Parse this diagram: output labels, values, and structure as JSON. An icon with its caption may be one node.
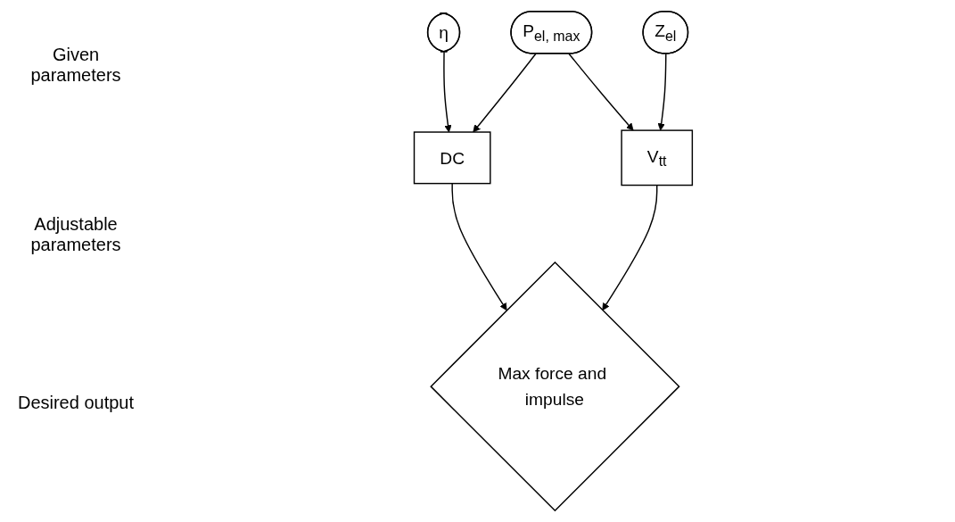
{
  "diagram": {
    "nodes": [
      {
        "text": [
          "η"
        ]
      },
      {
        "text": [
          "P$_{el, max}$"
        ]
      },
      {
        "text": [
          "Z$_{el}$"
        ]
      },
      {
        "text": [
          "DC"
        ]
      },
      {
        "text": [
          "V$_{tt}$"
        ]
      },
      {
        "text": [
          "Max force and impulse"
        ]
      }
    ],
    "edges": [
      {
        "from": 0,
        "to": 3,
        "arrow": "to"
      },
      {
        "from": 1,
        "to": 3,
        "arrow": "to"
      },
      {
        "from": 1,
        "to": 4,
        "arrow": "to"
      },
      {
        "from": 2,
        "to": 4,
        "arrow": "to"
      },
      {
        "from": 3,
        "to": 5,
        "arrow": "to"
      },
      {
        "from": 4,
        "to": 5,
        "arrow": "to"
      }
    ],
    "labels": [
      "Given parameters",
      "Adjustable parameters",
      "Desired output"
    ]
  }
}
